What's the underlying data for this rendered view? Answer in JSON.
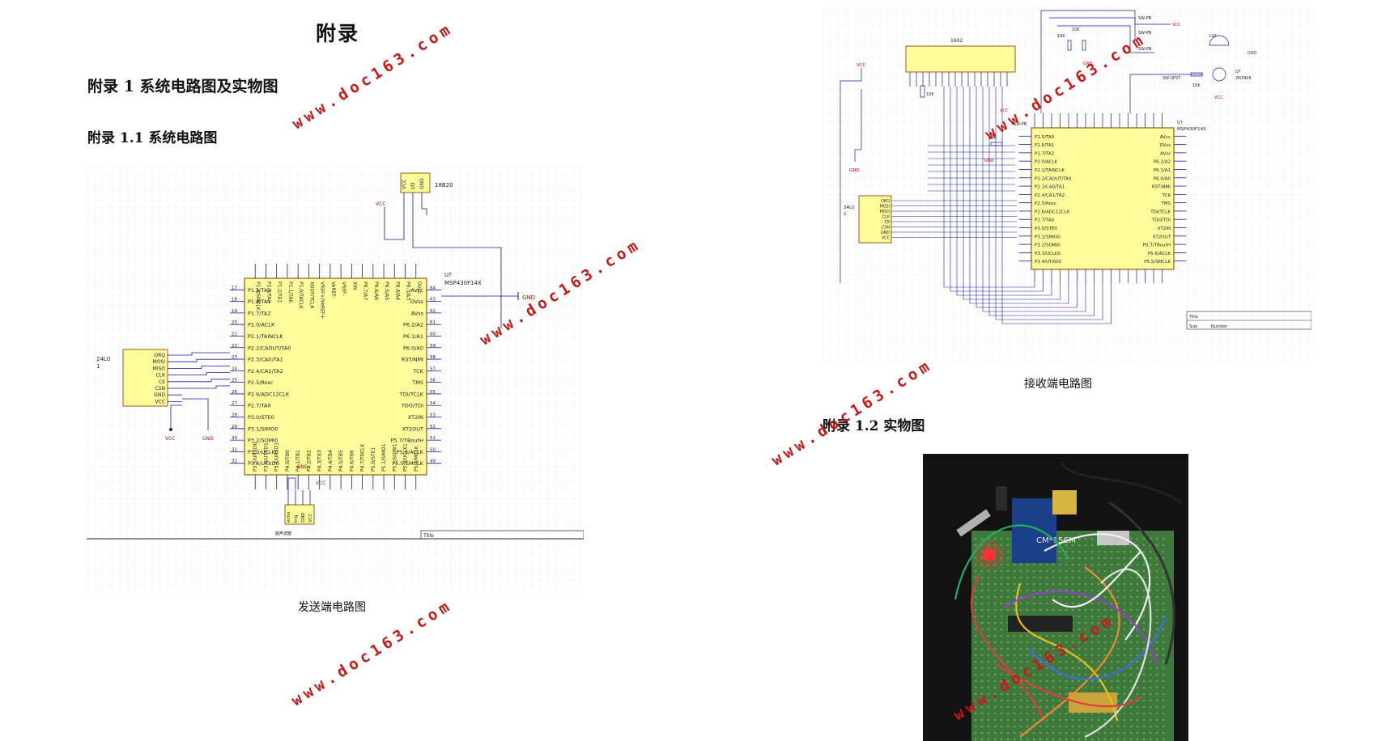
{
  "document": {
    "page_title": "附录",
    "section_1": "附录 1 系统电路图及实物图",
    "section_1_1": "附录 1.1 系统电路图",
    "section_1_2": "附录 1.2 实物图",
    "caption_sender": "发送端电路图",
    "caption_receiver": "接收端电路图",
    "watermark": "www.doc163.com"
  },
  "sender_schematic": {
    "mcu_ref": "U?",
    "mcu_part": "MSP430F14X",
    "sensor_label": "18B20",
    "sensor_pins": [
      "VCC",
      "I/O",
      "GND"
    ],
    "rf_label": "24L0",
    "rf_sub": "1",
    "rf_pins": [
      "ORQ",
      "MOSI",
      "MISO",
      "CLK",
      "CE",
      "CSN",
      "GND",
      "VCC"
    ],
    "ultra_pins": [
      "echo",
      "trig",
      "GND",
      "VCC"
    ],
    "ultra_caption": "超声波器",
    "left_pins": [
      "P1.5/TA0",
      "P1.6/TA1",
      "P1.7/TA2",
      "P2.0/ACLK",
      "P2.1/TAINCLK",
      "P2.2/CAOUT/TA0",
      "P2.3/CA0/TA1",
      "P2.4/CA1/TA2",
      "P2.5/Rosc",
      "P2.6/ADC12CLK",
      "P2.7/TA0",
      "P3.0/STE0",
      "P3.1/SIMO0",
      "P3.2/SOMI0",
      "P3.3/UCLK0",
      "P3.4/UTXD0"
    ],
    "left_nums": [
      "17",
      "18",
      "19",
      "20",
      "21",
      "22",
      "23",
      "24",
      "25",
      "26",
      "27",
      "28",
      "29",
      "30",
      "31",
      "32"
    ],
    "right_pins": [
      "AVcc",
      "DVss",
      "AVss",
      "P6.2/A2",
      "P6.1/A1",
      "P6.0/A0",
      "RST/NMI",
      "TCK",
      "TMS",
      "TDI/TCLK",
      "TDO/TDI",
      "XT2IN",
      "XT2OUT",
      "P5.7/TBoutH",
      "P5.6/ACLK",
      "P5.5/SMCLK"
    ],
    "right_nums": [
      "64",
      "63",
      "62",
      "61",
      "60",
      "59",
      "58",
      "57",
      "56",
      "55",
      "54",
      "53",
      "52",
      "51",
      "50",
      "49"
    ],
    "top_pins": [
      "P1.4/SMCLK",
      "P1.3/TA2",
      "P1.2/TA1",
      "P1.1/TA0",
      "P1.0/TACLK",
      "XOUT/TCLK",
      "VREF+/VeREF+",
      "VeREF-",
      "VREF-",
      "XIN",
      "P6.7/A7",
      "P6.6/A6",
      "P6.5/A5",
      "P6.4/A4",
      "P6.3/A3",
      "DVcc"
    ],
    "bottom_pins": [
      "P3.5/URXD0",
      "P3.6/UTXD1",
      "P3.7/URXD1",
      "P4.0/TB0",
      "P4.1/TB1",
      "P4.2/TB2",
      "P4.3/TB3",
      "P4.4/TB4",
      "P4.5/TB5",
      "P4.6/TB6",
      "P4.7/TBCLK",
      "P5.0/STE1",
      "P5.1/SIMO1",
      "P5.2/SOMI1",
      "P5.3/UCLK1",
      "P5.4/MCLK"
    ],
    "vcc": "VCC",
    "gnd": "GND",
    "title_block": "Title"
  },
  "receiver_schematic": {
    "mcu_ref": "U?",
    "mcu_part": "MSP430F14X",
    "lcd_label": "1602",
    "rf_label": "24L0",
    "rf_sub": "1",
    "rf_pins": [
      "ORQ",
      "MOSI",
      "MISO",
      "CLK",
      "CE",
      "CSN",
      "GND",
      "VCC"
    ],
    "left_pins": [
      "P1.5/TA0",
      "P1.6/TA1",
      "P1.7/TA2",
      "P2.0/ACLK",
      "P2.1/TAINCLK",
      "P2.2/CAOUT/TA0",
      "P2.3/CA0/TA1",
      "P2.4/CA1/TA2",
      "P2.5/Rosc",
      "P2.6/ADC12CLK",
      "P2.7/TA0",
      "P3.0/STE0",
      "P3.1/SIMO0",
      "P3.2/SOMI0",
      "P3.3/UCLK0",
      "P3.4/UTXD0"
    ],
    "right_pins": [
      "AVcc",
      "DVss",
      "AVss",
      "P6.2/A2",
      "P6.1/A1",
      "P6.0/A0",
      "RST/NMI",
      "TCK",
      "TMS",
      "TDI/TCLK",
      "TDO/TDI",
      "XT2IN",
      "XT2OUT",
      "P5.7/TBoutH",
      "P5.6/ACLK",
      "P5.5/SMCLK"
    ],
    "sw_label": "SW-PB",
    "sw2_label": "SW-SPST",
    "res_label": "10K",
    "buzzer_label": "LS?",
    "transistor_label": "Q?",
    "transistor_part": "2N3906",
    "vcc": "VCC",
    "gnd": "GND",
    "title_block": "Title",
    "size_label": "Size",
    "number_label": "Number"
  },
  "photo": {
    "board_print": "CM*15CM"
  }
}
